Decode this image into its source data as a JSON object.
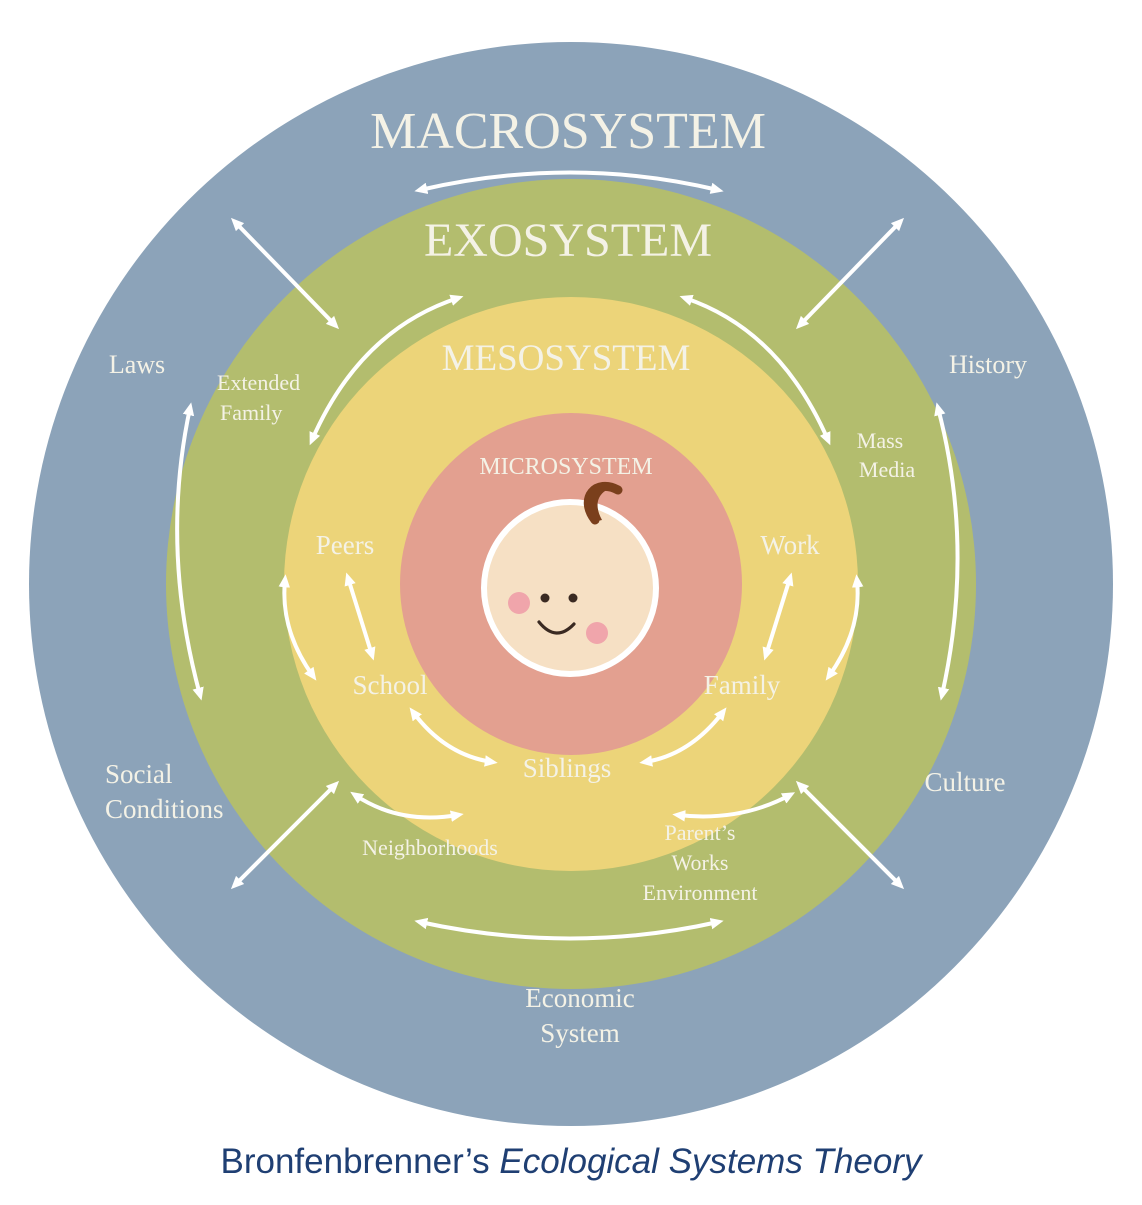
{
  "rings": {
    "macro": {
      "title": "MACROSYSTEM",
      "color": "#8ca3b9"
    },
    "exo": {
      "title": "EXOSYSTEM",
      "color": "#b3bd6e"
    },
    "meso": {
      "title": "MESOSYSTEM",
      "color": "#ecd479"
    },
    "micro": {
      "title": "MICROSYSTEM",
      "color": "#e3a090"
    }
  },
  "macro_items": {
    "laws": "Laws",
    "history": "History",
    "social_1": "Social",
    "social_2": "Conditions",
    "culture": "Culture",
    "economic_1": "Economic",
    "economic_2": "System"
  },
  "exo_items": {
    "extended_1": "Extended",
    "extended_2": "Family",
    "mass_1": "Mass",
    "mass_2": "Media",
    "neighborhoods": "Neighborhoods",
    "parents_1": "Parent’s",
    "parents_2": "Works",
    "parents_3": "Environment"
  },
  "meso_items": {
    "peers": "Peers",
    "work": "Work",
    "school": "School",
    "family": "Family",
    "siblings": "Siblings"
  },
  "caption": {
    "name": "Bronfenbrenner’s ",
    "theory": "Ecological Systems Theory"
  }
}
